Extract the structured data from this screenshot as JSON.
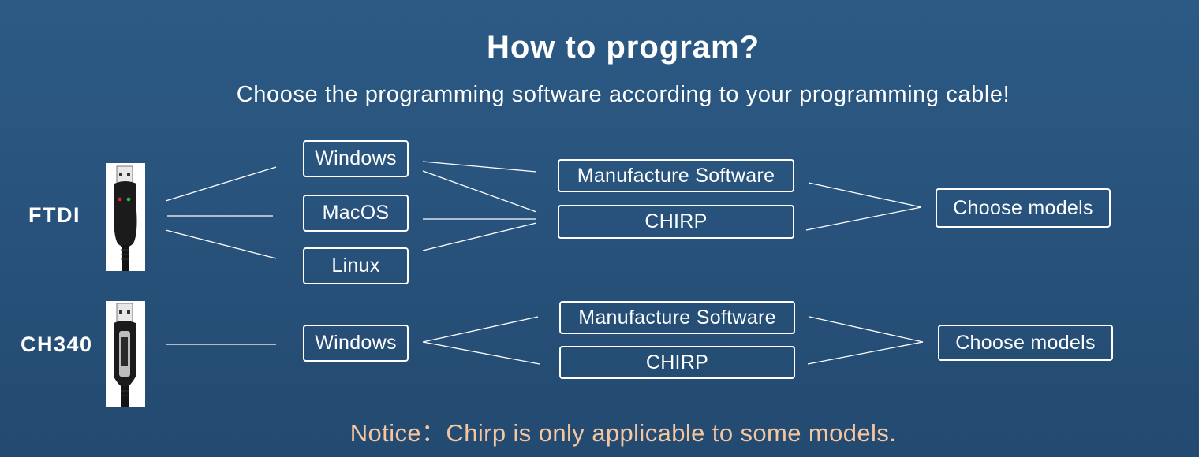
{
  "header": {
    "title": "How to program?",
    "subtitle": "Choose the programming software according to your programming cable!"
  },
  "colors": {
    "background_top": "#2c5a84",
    "background_bottom": "#234a70",
    "text": "#ffffff",
    "box_border": "#ffffff",
    "notice": "#f5c6a0"
  },
  "rows": [
    {
      "cable_label": "FTDI",
      "cable_image": "ftdi-usb-cable-image",
      "os_options": [
        "Windows",
        "MacOS",
        "Linux"
      ],
      "software_options": [
        "Manufacture Software",
        "CHIRP"
      ],
      "result": "Choose models"
    },
    {
      "cable_label": "CH340",
      "cable_image": "ch340-usb-cable-image",
      "os_options": [
        "Windows"
      ],
      "software_options": [
        "Manufacture Software",
        "CHIRP"
      ],
      "result": "Choose models"
    }
  ],
  "notice": "Notice：Chirp is only applicable to some models."
}
